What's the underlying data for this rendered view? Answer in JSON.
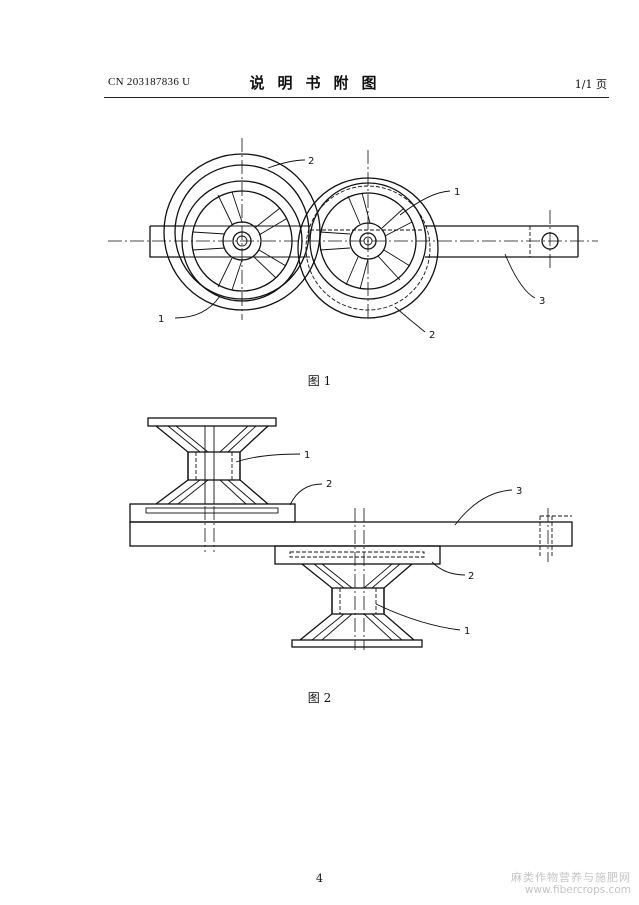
{
  "header": {
    "doc_number": "CN 203187836 U",
    "title": "说明书附图",
    "page_count": "1/1 页"
  },
  "figure1": {
    "caption": "图 1",
    "labels": [
      "2",
      "1",
      "3",
      "1",
      "2"
    ]
  },
  "figure2": {
    "caption": "图 2",
    "labels": [
      "1",
      "2",
      "3",
      "2",
      "1"
    ]
  },
  "footer": {
    "page_number": "4"
  },
  "watermark": {
    "line1": "麻类作物营养与施肥网",
    "line2": "www.fibercrops.com"
  }
}
